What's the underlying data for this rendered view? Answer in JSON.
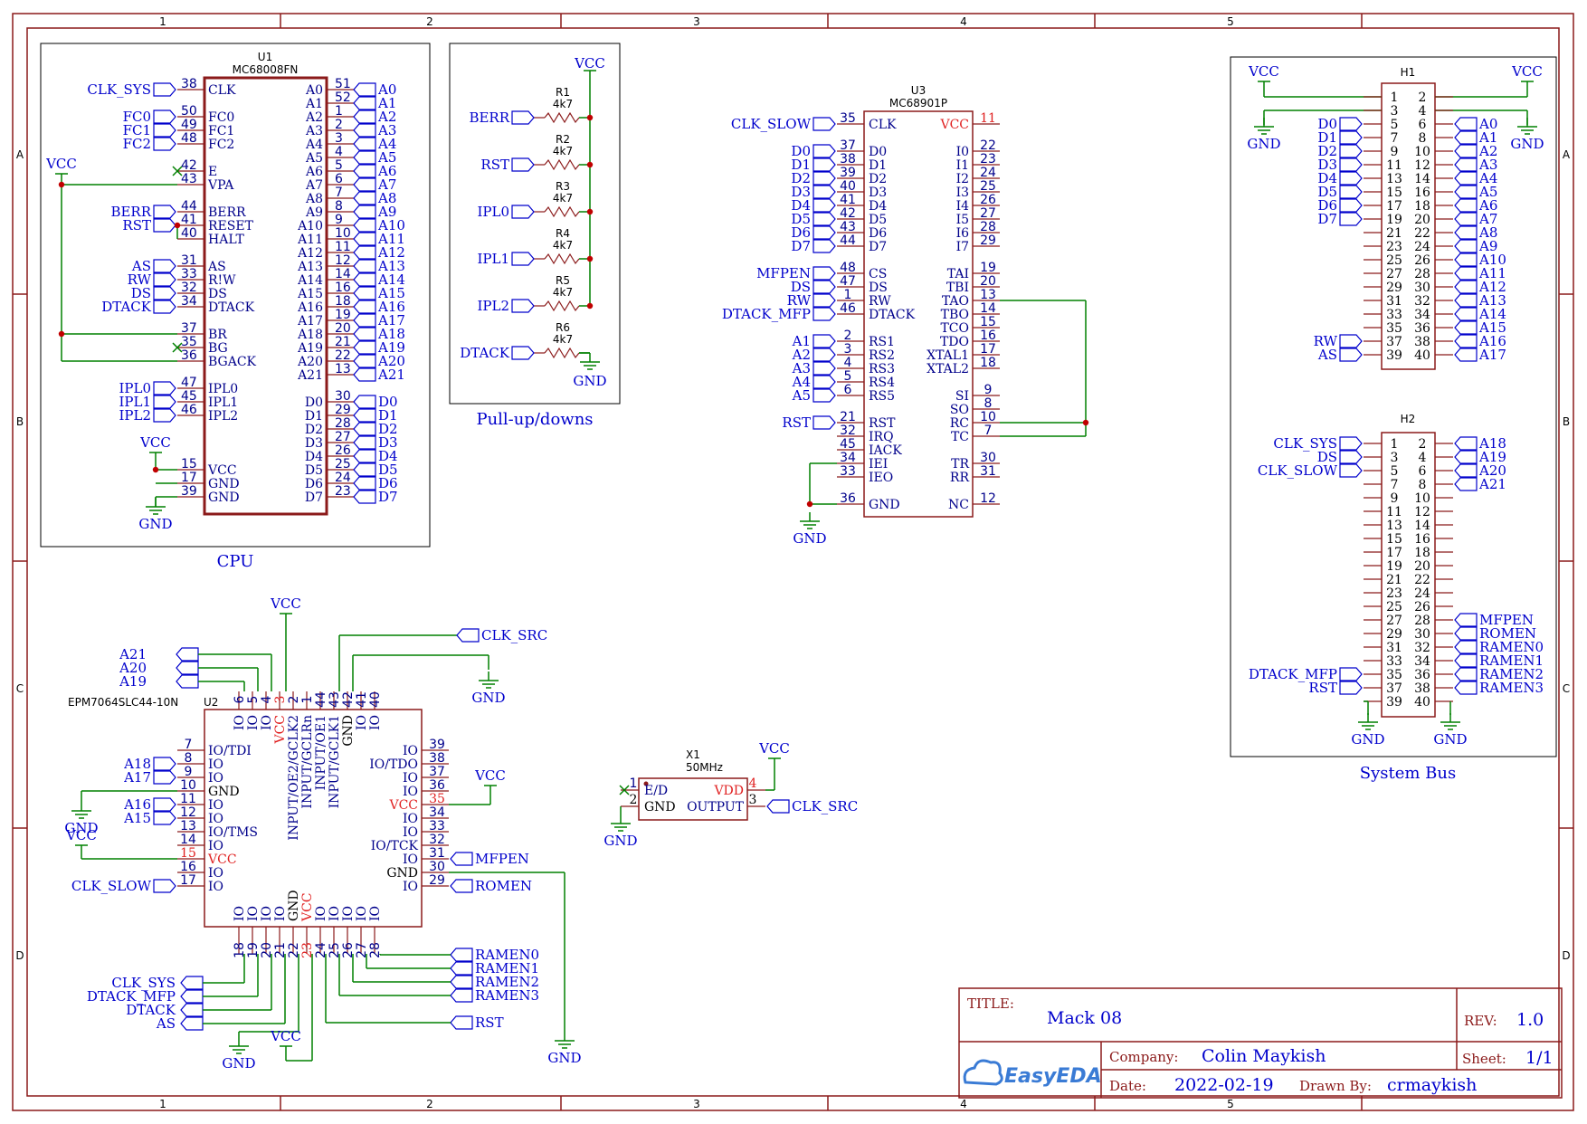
{
  "frame": {
    "columns": [
      "1",
      "2",
      "3",
      "4",
      "5"
    ],
    "rows": [
      "A",
      "B",
      "C",
      "D"
    ]
  },
  "blocks": {
    "cpu": "CPU",
    "pullups": "Pull-up/downs",
    "system_bus": "System Bus"
  },
  "u1": {
    "ref": "U1",
    "part": "MC68008FN",
    "left_pins": [
      {
        "num": "38",
        "name": "CLK"
      },
      {
        "num": "50",
        "name": "FC0"
      },
      {
        "num": "49",
        "name": "FC1"
      },
      {
        "num": "48",
        "name": "FC2"
      },
      {
        "num": "42",
        "name": "E"
      },
      {
        "num": "43",
        "name": "VPA"
      },
      {
        "num": "44",
        "name": "BERR"
      },
      {
        "num": "41",
        "name": "RESET"
      },
      {
        "num": "40",
        "name": "HALT"
      },
      {
        "num": "31",
        "name": "AS"
      },
      {
        "num": "33",
        "name": "R!W"
      },
      {
        "num": "32",
        "name": "DS"
      },
      {
        "num": "34",
        "name": "DTACK"
      },
      {
        "num": "37",
        "name": "BR"
      },
      {
        "num": "35",
        "name": "BG"
      },
      {
        "num": "36",
        "name": "BGACK"
      },
      {
        "num": "47",
        "name": "IPL0"
      },
      {
        "num": "45",
        "name": "IPL1"
      },
      {
        "num": "46",
        "name": "IPL2"
      },
      {
        "num": "15",
        "name": "VCC"
      },
      {
        "num": "17",
        "name": "GND"
      },
      {
        "num": "39",
        "name": "GND"
      }
    ],
    "left_nets": [
      "CLK_SYS",
      "FC0",
      "FC1",
      "FC2",
      "BERR",
      "RST",
      "AS",
      "RW",
      "DS",
      "DTACK",
      "IPL0",
      "IPL1",
      "IPL2"
    ],
    "addr_pins": [
      {
        "num": "51",
        "name": "A0"
      },
      {
        "num": "52",
        "name": "A1"
      },
      {
        "num": "1",
        "name": "A2"
      },
      {
        "num": "2",
        "name": "A3"
      },
      {
        "num": "3",
        "name": "A4"
      },
      {
        "num": "4",
        "name": "A5"
      },
      {
        "num": "5",
        "name": "A6"
      },
      {
        "num": "6",
        "name": "A7"
      },
      {
        "num": "7",
        "name": "A8"
      },
      {
        "num": "8",
        "name": "A9"
      },
      {
        "num": "9",
        "name": "A10"
      },
      {
        "num": "10",
        "name": "A11"
      },
      {
        "num": "11",
        "name": "A12"
      },
      {
        "num": "12",
        "name": "A13"
      },
      {
        "num": "14",
        "name": "A14"
      },
      {
        "num": "16",
        "name": "A15"
      },
      {
        "num": "18",
        "name": "A16"
      },
      {
        "num": "19",
        "name": "A17"
      },
      {
        "num": "20",
        "name": "A18"
      },
      {
        "num": "21",
        "name": "A19"
      },
      {
        "num": "22",
        "name": "A20"
      },
      {
        "num": "13",
        "name": "A21"
      }
    ],
    "data_pins": [
      {
        "num": "30",
        "name": "D0"
      },
      {
        "num": "29",
        "name": "D1"
      },
      {
        "num": "28",
        "name": "D2"
      },
      {
        "num": "27",
        "name": "D3"
      },
      {
        "num": "26",
        "name": "D4"
      },
      {
        "num": "25",
        "name": "D5"
      },
      {
        "num": "24",
        "name": "D6"
      },
      {
        "num": "23",
        "name": "D7"
      }
    ]
  },
  "pullups": {
    "vcc": "VCC",
    "gnd": "GND",
    "resistors": [
      {
        "ref": "R1",
        "value": "4k7",
        "net": "BERR"
      },
      {
        "ref": "R2",
        "value": "4k7",
        "net": "RST"
      },
      {
        "ref": "R3",
        "value": "4k7",
        "net": "IPL0"
      },
      {
        "ref": "R4",
        "value": "4k7",
        "net": "IPL1"
      },
      {
        "ref": "R5",
        "value": "4k7",
        "net": "IPL2"
      },
      {
        "ref": "R6",
        "value": "4k7",
        "net": "DTACK"
      }
    ]
  },
  "u3": {
    "ref": "U3",
    "part": "MC68901P",
    "clk": {
      "num": "35",
      "name": "CLK",
      "net": "CLK_SLOW"
    },
    "vcc": {
      "num": "11",
      "name": "VCC"
    },
    "data": [
      {
        "num": "37",
        "name": "D0"
      },
      {
        "num": "38",
        "name": "D1"
      },
      {
        "num": "39",
        "name": "D2"
      },
      {
        "num": "40",
        "name": "D3"
      },
      {
        "num": "41",
        "name": "D4"
      },
      {
        "num": "42",
        "name": "D5"
      },
      {
        "num": "43",
        "name": "D6"
      },
      {
        "num": "44",
        "name": "D7"
      }
    ],
    "ctrl": [
      {
        "num": "48",
        "name": "CS",
        "net": "MFPEN"
      },
      {
        "num": "47",
        "name": "DS",
        "net": "DS"
      },
      {
        "num": "1",
        "name": "RW",
        "net": "RW"
      },
      {
        "num": "46",
        "name": "DTACK",
        "net": "DTACK_MFP"
      }
    ],
    "rs": [
      {
        "num": "2",
        "name": "RS1",
        "net": "A1"
      },
      {
        "num": "3",
        "name": "RS2",
        "net": "A2"
      },
      {
        "num": "4",
        "name": "RS3",
        "net": "A3"
      },
      {
        "num": "5",
        "name": "RS4",
        "net": "A4"
      },
      {
        "num": "6",
        "name": "RS5",
        "net": "A5"
      }
    ],
    "misc": [
      {
        "num": "21",
        "name": "RST"
      },
      {
        "num": "32",
        "name": "IRQ"
      },
      {
        "num": "45",
        "name": "IACK"
      },
      {
        "num": "34",
        "name": "IEI"
      },
      {
        "num": "33",
        "name": "IEO"
      }
    ],
    "gnd": {
      "num": "36",
      "name": "GND"
    },
    "inputs": [
      {
        "num": "22",
        "name": "I0"
      },
      {
        "num": "23",
        "name": "I1"
      },
      {
        "num": "24",
        "name": "I2"
      },
      {
        "num": "25",
        "name": "I3"
      },
      {
        "num": "26",
        "name": "I4"
      },
      {
        "num": "27",
        "name": "I5"
      },
      {
        "num": "28",
        "name": "I6"
      },
      {
        "num": "29",
        "name": "I7"
      }
    ],
    "timers": [
      {
        "num": "19",
        "name": "TAI"
      },
      {
        "num": "20",
        "name": "TBI"
      },
      {
        "num": "13",
        "name": "TAO"
      },
      {
        "num": "14",
        "name": "TBO"
      },
      {
        "num": "15",
        "name": "TCO"
      },
      {
        "num": "16",
        "name": "TDO"
      },
      {
        "num": "17",
        "name": "XTAL1"
      },
      {
        "num": "18",
        "name": "XTAL2"
      }
    ],
    "serial": [
      {
        "num": "9",
        "name": "SI"
      },
      {
        "num": "8",
        "name": "SO"
      },
      {
        "num": "10",
        "name": "RC"
      },
      {
        "num": "7",
        "name": "TC"
      },
      {
        "num": "30",
        "name": "TR"
      },
      {
        "num": "31",
        "name": "RR"
      }
    ],
    "nc": {
      "num": "12",
      "name": "NC"
    },
    "rst_net": "RST"
  },
  "h1": {
    "ref": "H1",
    "left_nets": [
      "D0",
      "D1",
      "D2",
      "D3",
      "D4",
      "D5",
      "D6",
      "D7"
    ],
    "right_nets": [
      "A0",
      "A1",
      "A2",
      "A3",
      "A4",
      "A5",
      "A6",
      "A7",
      "A8",
      "A9",
      "A10",
      "A11",
      "A12",
      "A13",
      "A14",
      "A15",
      "A16",
      "A17"
    ],
    "bottom_left_nets": [
      "RW",
      "AS"
    ]
  },
  "h2": {
    "ref": "H2",
    "left_nets": [
      "CLK_SYS",
      "DS",
      "CLK_SLOW"
    ],
    "right_nets": [
      "A18",
      "A19",
      "A20",
      "A21"
    ],
    "right_low_nets": [
      "MFPEN",
      "ROMEN",
      "RAMEN0",
      "RAMEN1",
      "RAMEN2",
      "RAMEN3"
    ],
    "left_low_nets": [
      "DTACK_MFP",
      "RST"
    ]
  },
  "u2": {
    "ref": "U2",
    "part": "EPM7064SLC44-10N",
    "top_pins": [
      {
        "num": "6",
        "name": "IO"
      },
      {
        "num": "5",
        "name": "IO"
      },
      {
        "num": "4",
        "name": "IO"
      },
      {
        "num": "3",
        "name": "VCC"
      },
      {
        "num": "2",
        "name": "INPUT/OE2/GCLK2"
      },
      {
        "num": "1",
        "name": "INPUT/GCLRn"
      },
      {
        "num": "44",
        "name": "INPUT/OE1"
      },
      {
        "num": "43",
        "name": "INPUT/GCLK1"
      },
      {
        "num": "42",
        "name": "GND"
      },
      {
        "num": "41",
        "name": "IO"
      },
      {
        "num": "40",
        "name": "IO"
      }
    ],
    "left_pins": [
      {
        "num": "7",
        "name": "IO/TDI"
      },
      {
        "num": "8",
        "name": "IO"
      },
      {
        "num": "9",
        "name": "IO"
      },
      {
        "num": "10",
        "name": "GND"
      },
      {
        "num": "11",
        "name": "IO"
      },
      {
        "num": "12",
        "name": "IO"
      },
      {
        "num": "13",
        "name": "IO/TMS"
      },
      {
        "num": "14",
        "name": "IO"
      },
      {
        "num": "15",
        "name": "VCC"
      },
      {
        "num": "16",
        "name": "IO"
      },
      {
        "num": "17",
        "name": "IO"
      }
    ],
    "right_pins": [
      {
        "num": "39",
        "name": "IO"
      },
      {
        "num": "38",
        "name": "IO/TDO"
      },
      {
        "num": "37",
        "name": "IO"
      },
      {
        "num": "36",
        "name": "IO"
      },
      {
        "num": "35",
        "name": "VCC"
      },
      {
        "num": "34",
        "name": "IO"
      },
      {
        "num": "33",
        "name": "IO"
      },
      {
        "num": "32",
        "name": "IO/TCK"
      },
      {
        "num": "31",
        "name": "IO"
      },
      {
        "num": "30",
        "name": "GND"
      },
      {
        "num": "29",
        "name": "IO"
      }
    ],
    "bottom_pins": [
      {
        "num": "18",
        "name": "IO"
      },
      {
        "num": "19",
        "name": "IO"
      },
      {
        "num": "20",
        "name": "IO"
      },
      {
        "num": "21",
        "name": "IO"
      },
      {
        "num": "22",
        "name": "GND"
      },
      {
        "num": "23",
        "name": "VCC"
      },
      {
        "num": "24",
        "name": "IO"
      },
      {
        "num": "25",
        "name": "IO"
      },
      {
        "num": "26",
        "name": "IO"
      },
      {
        "num": "27",
        "name": "IO"
      },
      {
        "num": "28",
        "name": "IO"
      }
    ],
    "nets_top_left": [
      "A21",
      "A20",
      "A19"
    ],
    "nets_left": [
      "A18",
      "A17",
      "A16",
      "A15",
      "CLK_SLOW"
    ],
    "nets_right": [
      "MFPEN",
      "ROMEN"
    ],
    "nets_bottom_left": [
      "CLK_SYS",
      "DTACK_MFP",
      "DTACK",
      "AS"
    ],
    "nets_bottom_right": [
      "RAMEN0",
      "RAMEN1",
      "RAMEN2",
      "RAMEN3",
      "RST"
    ],
    "clk_src": "CLK_SRC"
  },
  "x1": {
    "ref": "X1",
    "value": "50MHz",
    "pins": [
      {
        "num": "1",
        "name": "E/D"
      },
      {
        "num": "2",
        "name": "GND"
      },
      {
        "num": "4",
        "name": "VDD"
      },
      {
        "num": "3",
        "name": "OUTPUT"
      }
    ],
    "net": "CLK_SRC"
  },
  "power": {
    "vcc": "VCC",
    "gnd": "GND"
  },
  "titleblock": {
    "title_label": "TITLE:",
    "title": "Mack 08",
    "rev_label": "REV:",
    "rev": "1.0",
    "company_label": "Company:",
    "company": "Colin Maykish",
    "sheet_label": "Sheet:",
    "sheet": "1/1",
    "date_label": "Date:",
    "date": "2022-02-19",
    "drawn_label": "Drawn By:",
    "drawn": "crmaykish",
    "logo": "EasyEDA"
  }
}
